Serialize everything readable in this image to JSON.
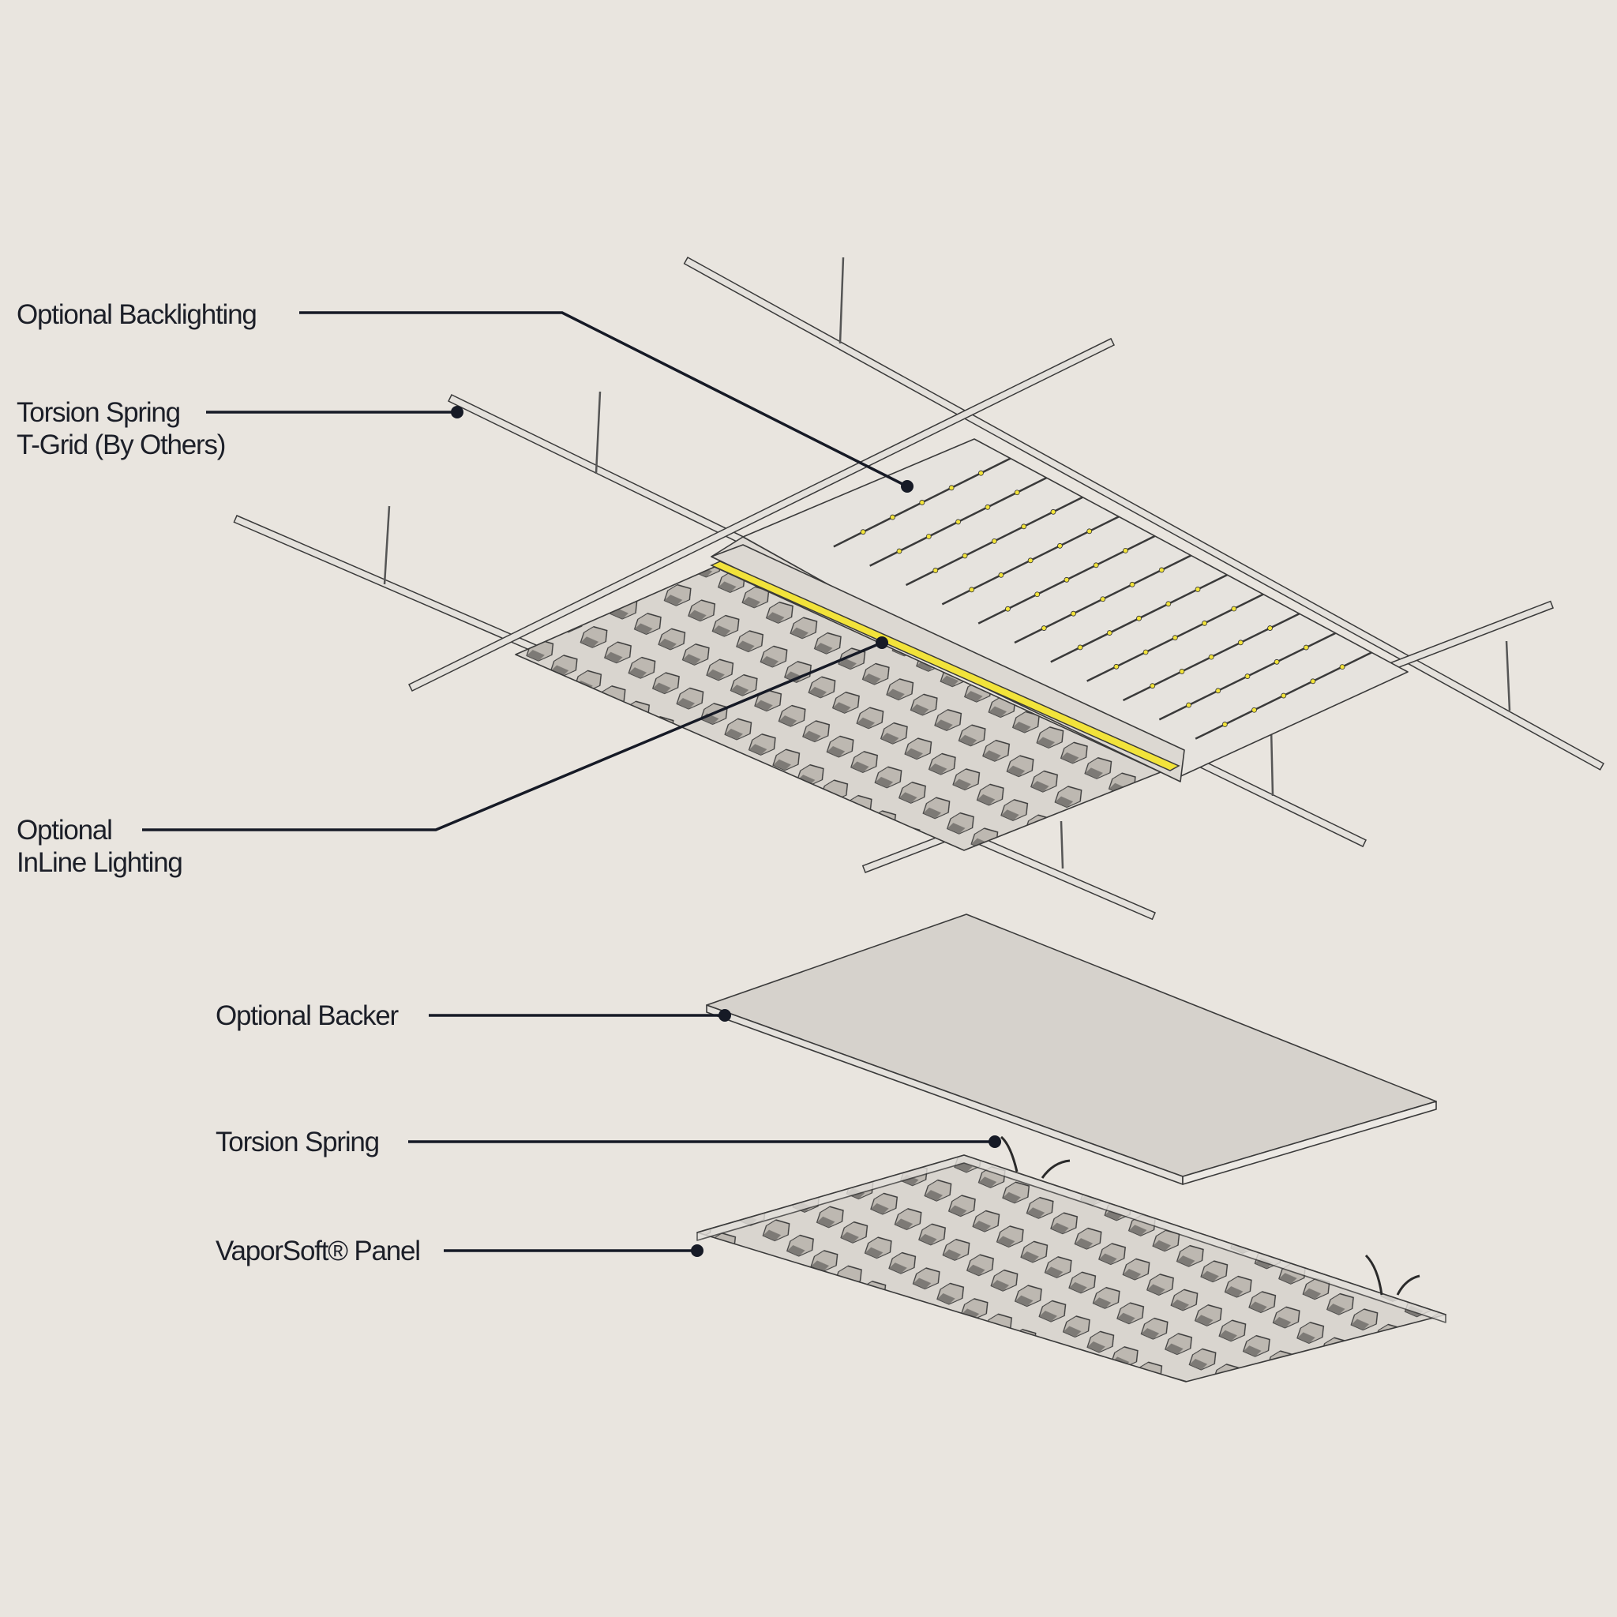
{
  "labels": {
    "optional_backlighting": "Optional Backlighting",
    "torsion_spring_tgrid_line1": "Torsion Spring",
    "torsion_spring_tgrid_line2": "T-Grid (By Others)",
    "inline_lighting_line1": "Optional",
    "inline_lighting_line2": "InLine Lighting",
    "optional_backer": "Optional Backer",
    "torsion_spring": "Torsion Spring",
    "vaporsoft_panel": "VaporSoft® Panel"
  },
  "colors": {
    "background": "#e9e5df",
    "leader": "#161a26",
    "inline_lighting": "#f2e33a",
    "part_fill": "#e4e1dc",
    "backer_fill": "#d6d2cc"
  }
}
